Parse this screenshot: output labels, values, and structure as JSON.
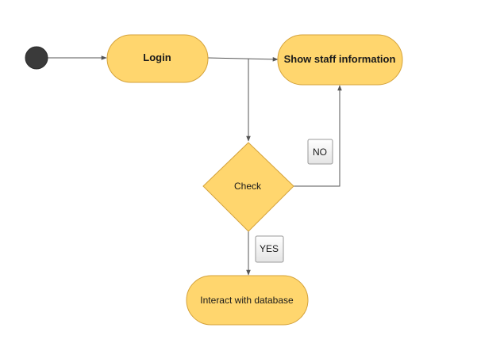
{
  "diagram": {
    "nodes": {
      "login": "Login",
      "show_staff": "Show staff information",
      "check": "Check",
      "interact_db": "Interact with database"
    },
    "edge_labels": {
      "no": "NO",
      "yes": "YES"
    }
  },
  "colors": {
    "node_fill": "#FFD66E",
    "node_stroke": "#D4A23A",
    "start_fill": "#3a3a3a",
    "edge": "#555555",
    "label_fill": "#EEEEEE",
    "label_stroke": "#999999"
  }
}
